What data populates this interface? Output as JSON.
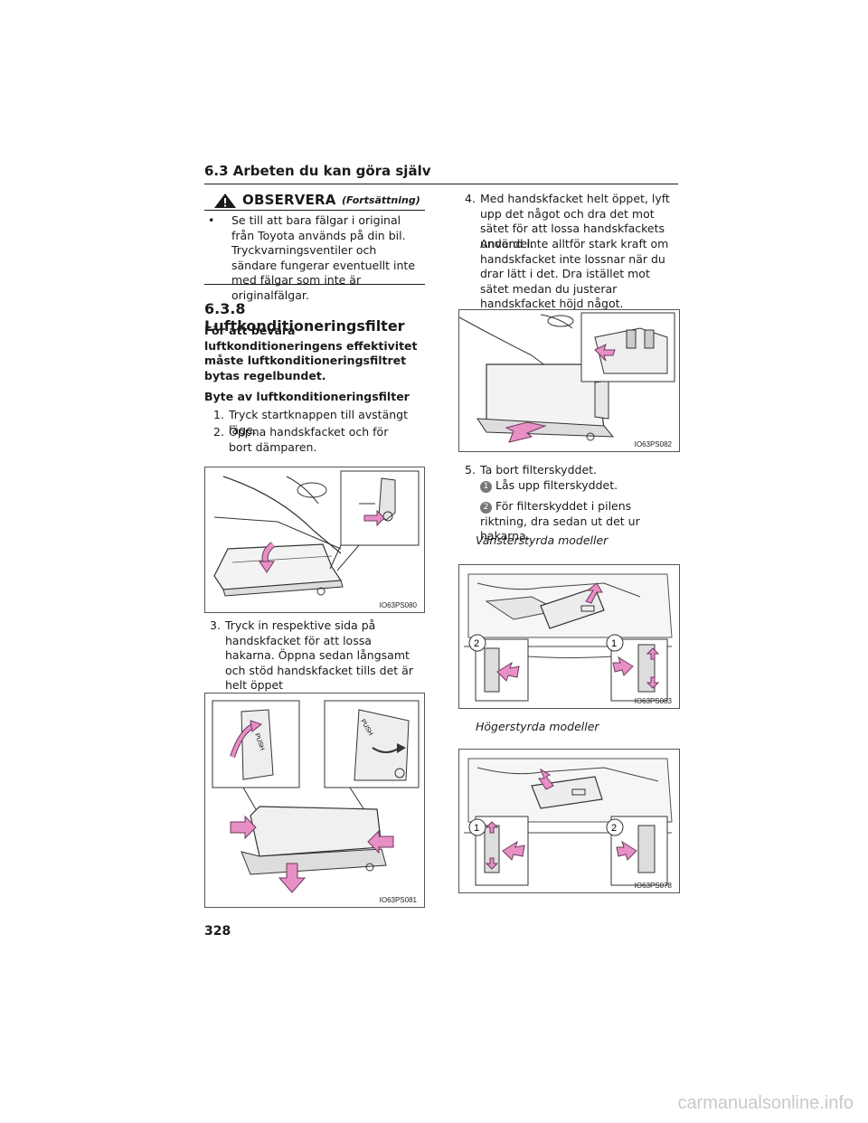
{
  "header": {
    "section": "6.3 Arbeten du kan göra själv"
  },
  "notice": {
    "title": "OBSERVERA",
    "continued": "(Fortsättning)",
    "bullet": "•",
    "text": "Se till att bara fälgar i original från Toyota används på din bil. Tryckvarningsventiler och sändare fungerar eventuellt inte med fälgar som inte är originalfälgar."
  },
  "subsection": {
    "title": "6.3.8 Luftkonditioneringsfilter",
    "intro": "För att bevara luftkonditioneringens effektivitet måste luftkonditioneringsfiltret bytas regelbundet.",
    "sub_heading": "Byte av luftkonditioneringsfilter"
  },
  "steps": [
    {
      "num": "1.",
      "text": "Tryck startknappen till avstängt läge."
    },
    {
      "num": "2.",
      "text": "Öppna handskfacket och för bort dämparen."
    },
    {
      "num": "3.",
      "text": "Tryck in respektive sida på handskfacket för att lossa hakarna. Öppna sedan långsamt och stöd handskfacket tills det är helt öppet"
    },
    {
      "num": "4.",
      "text": "Med handskfacket helt öppet, lyft upp det något och dra det mot sätet för att lossa handskfackets underdel.",
      "note": "Använd inte alltför stark kraft om handskfacket inte lossnar när du drar lätt i det. Dra istället mot sätet medan du justerar handskfacket höjd något."
    },
    {
      "num": "5.",
      "text": "Ta bort filterskyddet.",
      "sub1": "Lås upp filterskyddet.",
      "sub2": "För filterskyddet i pilens riktning, dra sedan ut det ur hakarna."
    }
  ],
  "markers": {
    "one": "1",
    "two": "2"
  },
  "labels": {
    "lhd": "Vänsterstyrda modeller",
    "rhd": "Högerstyrda modeller"
  },
  "figures": {
    "f080": "IO63PS080",
    "f081": "IO63PS081",
    "f082": "IO63PS082",
    "f083": "IO63PS083",
    "f078": "IO63PS078"
  },
  "figure_text": {
    "push": "PUSH"
  },
  "colors": {
    "arrow": "#e88fc6",
    "arrow_stroke": "#6a3a5a",
    "line": "#333333"
  },
  "page_number": "328",
  "watermark": "carmanualsonline.info"
}
